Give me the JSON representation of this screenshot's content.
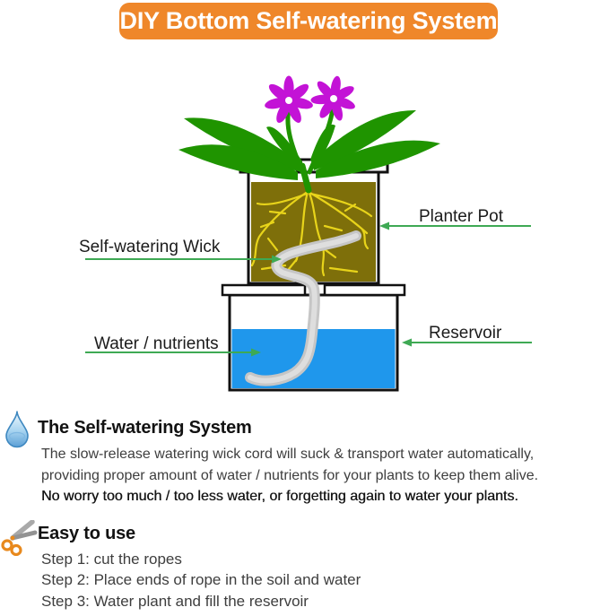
{
  "banner": {
    "title": "DIY Bottom Self-watering System",
    "bg_color": "#EF872A",
    "text_color": "#FFFFFF"
  },
  "diagram": {
    "labels": {
      "planter_pot": "Planter Pot",
      "self_watering_wick": "Self-watering Wick",
      "water_nutrients": "Water / nutrients",
      "reservoir": "Reservoir"
    },
    "colors": {
      "arrow": "#3EA954",
      "water": "#1F97EC",
      "soil": "#7E6F0A",
      "roots": "#E8D41A",
      "leaf": "#1F9400",
      "flower": "#C313D6",
      "wick": "#C6C6C6"
    }
  },
  "system_section": {
    "icon": "water-drop-icon",
    "heading": "The Self-watering System",
    "line1": "The slow-release watering wick cord will suck & transport water automatically,",
    "line2": "providing proper amount of water / nutrients for your plants to keep them alive.",
    "line3": "No worry too much / too less water, or forgetting again to water your plants."
  },
  "usage_section": {
    "icon": "scissors-icon",
    "heading": "Easy to use",
    "step1": "Step 1: cut the ropes",
    "step2": "Step 2: Place ends of rope in the soil and water",
    "step3": "Step 3: Water plant and fill the reservoir"
  }
}
